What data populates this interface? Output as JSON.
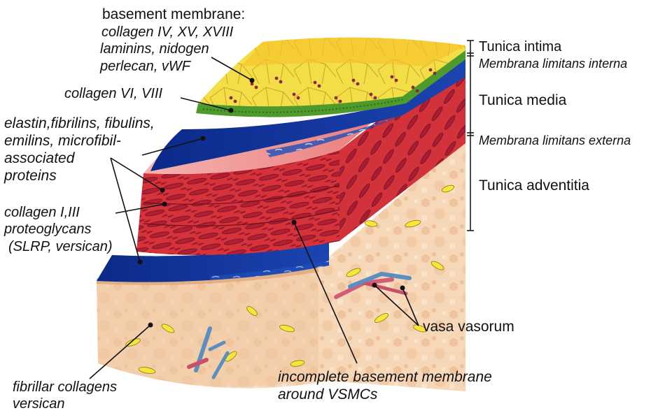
{
  "labels": {
    "basement_title": "basement membrane:",
    "basement_1": "collagen IV, XV, XVIII",
    "basement_2": "laminins, nidogen",
    "basement_3": "perlecan, vWF",
    "collagen_vi": "collagen VI, VIII",
    "elastin_1": "elastin,fibrilins, fibulins,",
    "elastin_2": "emilins, microfibil-",
    "elastin_3": "associated",
    "elastin_4": "proteins",
    "collagen_i_1": "collagen I,III",
    "collagen_i_2": "proteoglycans",
    "collagen_i_3": "(SLRP, versican)",
    "fibrillar_1": "fibrillar collagens",
    "fibrillar_2": "versican",
    "incomplete_1": "incomplete basement membrane",
    "incomplete_2": "around VSMCs",
    "vasa": "vasa vasorum"
  },
  "layers": {
    "intima": "Tunica intima",
    "mli": "Membrana limitans interna",
    "media": "Tunica media",
    "mle": "Membrana limitans externa",
    "adventitia": "Tunica adventitia"
  },
  "colors": {
    "intima_yellow": "#f5e04a",
    "subendo_green": "#5a9a2a",
    "elastic_blue": "#0a2a8c",
    "media_red": "#d8333a",
    "media_pink": "#f2a6a6",
    "adventitia": "#f2c9a2"
  }
}
